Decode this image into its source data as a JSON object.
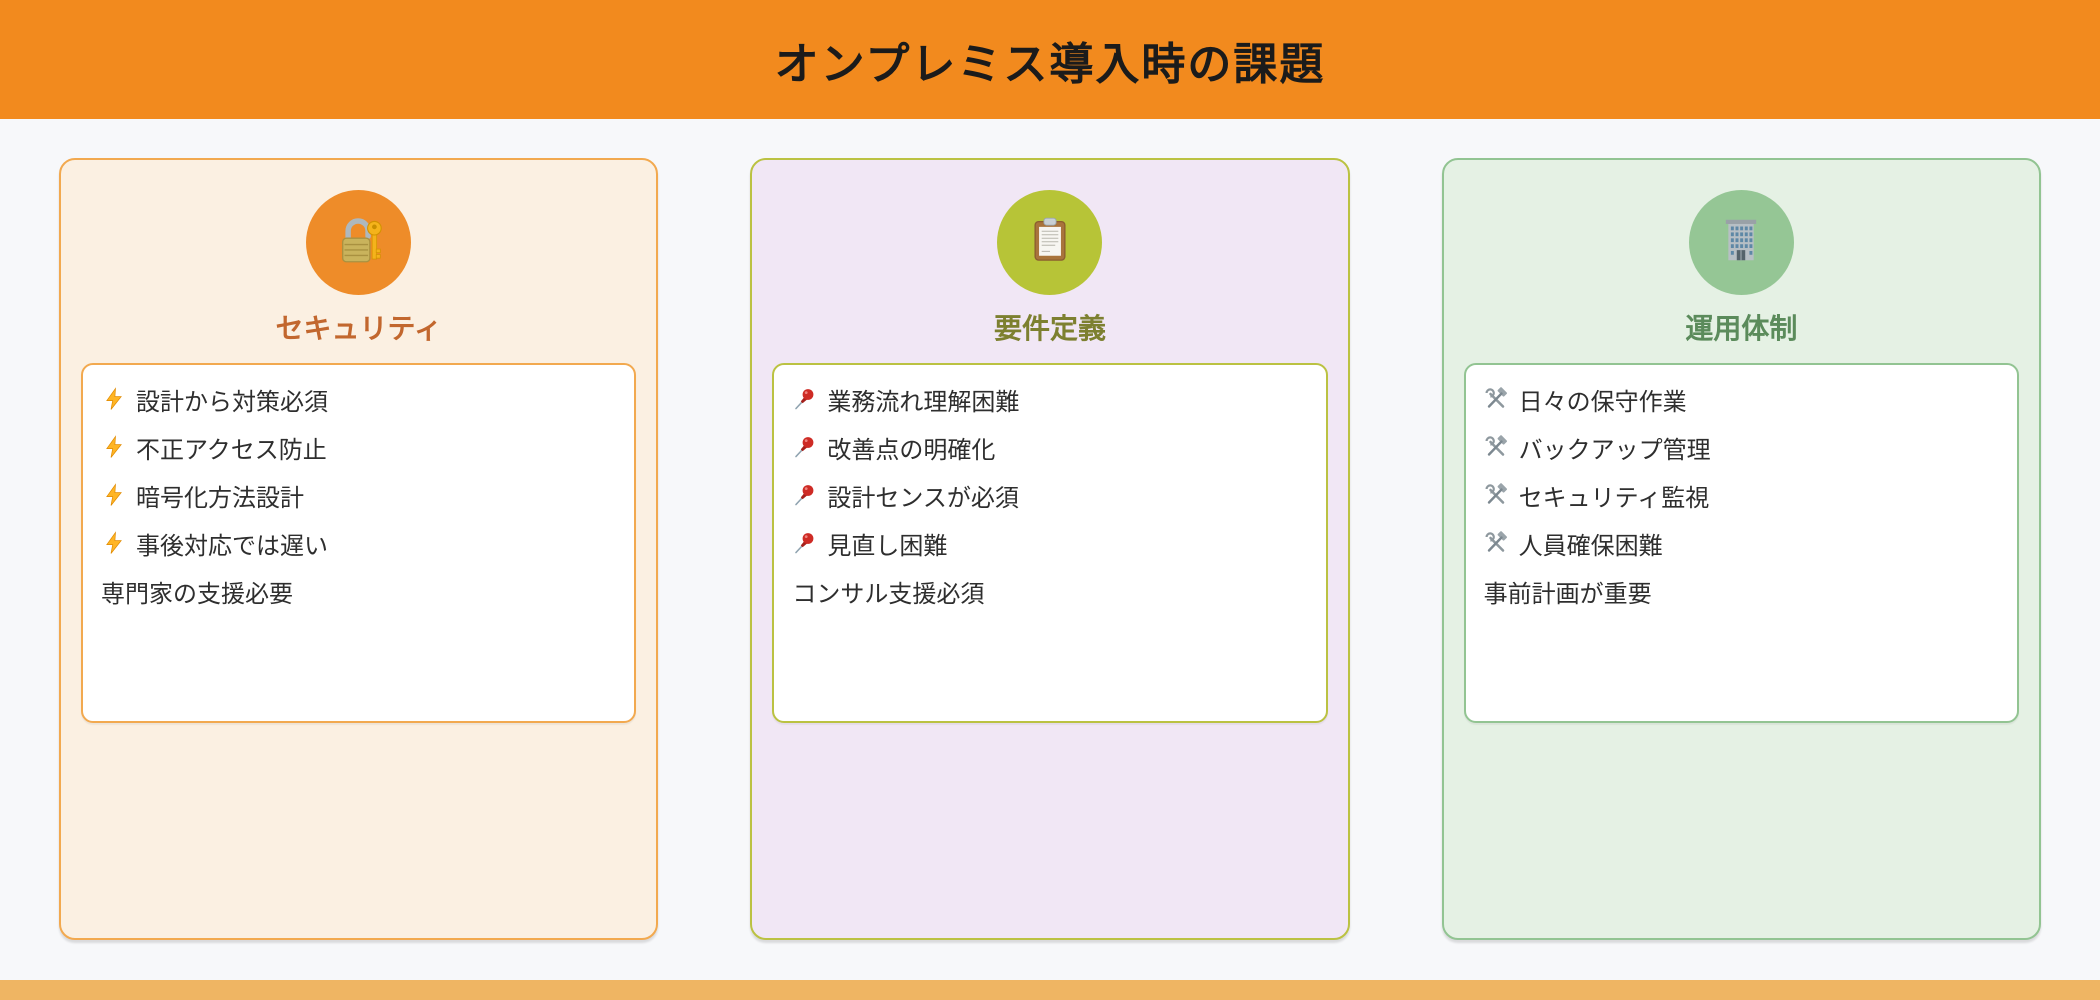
{
  "header": {
    "title": "オンプレミス導入時の課題"
  },
  "theme": {
    "page_bg": "#F7F8FA",
    "header_bg": "#F28A1E",
    "header_text": "#1B1B1B",
    "footer_bg": "#EFB563",
    "item_text": "#2E2E2E"
  },
  "cards": [
    {
      "title": "セキュリティ",
      "icon": "lock-with-key",
      "colors": {
        "bg": "#FBF0E2",
        "border": "#F2A94F",
        "circle": "#EE8C29",
        "title": "#C2672E"
      },
      "items": [
        {
          "icon": "lightning-bolt",
          "text": "設計から対策必須"
        },
        {
          "icon": "lightning-bolt",
          "text": "不正アクセス防止"
        },
        {
          "icon": "lightning-bolt",
          "text": "暗号化方法設計"
        },
        {
          "icon": "lightning-bolt",
          "text": "事後対応では遅い"
        },
        {
          "icon": "",
          "text": "専門家の支援必要"
        }
      ]
    },
    {
      "title": "要件定義",
      "icon": "clipboard",
      "colors": {
        "bg": "#F1E7F5",
        "border": "#BBC242",
        "circle": "#B7C437",
        "title": "#7D8030"
      },
      "items": [
        {
          "icon": "pushpin",
          "text": "業務流れ理解困難"
        },
        {
          "icon": "pushpin",
          "text": "改善点の明確化"
        },
        {
          "icon": "pushpin",
          "text": "設計センスが必須"
        },
        {
          "icon": "pushpin",
          "text": "見直し困難"
        },
        {
          "icon": "",
          "text": "コンサル支援必須"
        }
      ]
    },
    {
      "title": "運用体制",
      "icon": "office-building",
      "colors": {
        "bg": "#E5F1E4",
        "border": "#92C492",
        "circle": "#95C695",
        "title": "#5B8B5B"
      },
      "items": [
        {
          "icon": "hammer-and-wrench",
          "text": "日々の保守作業"
        },
        {
          "icon": "hammer-and-wrench",
          "text": "バックアップ管理"
        },
        {
          "icon": "hammer-and-wrench",
          "text": "セキュリティ監視"
        },
        {
          "icon": "hammer-and-wrench",
          "text": "人員確保困難"
        },
        {
          "icon": "",
          "text": "事前計画が重要"
        }
      ]
    }
  ]
}
